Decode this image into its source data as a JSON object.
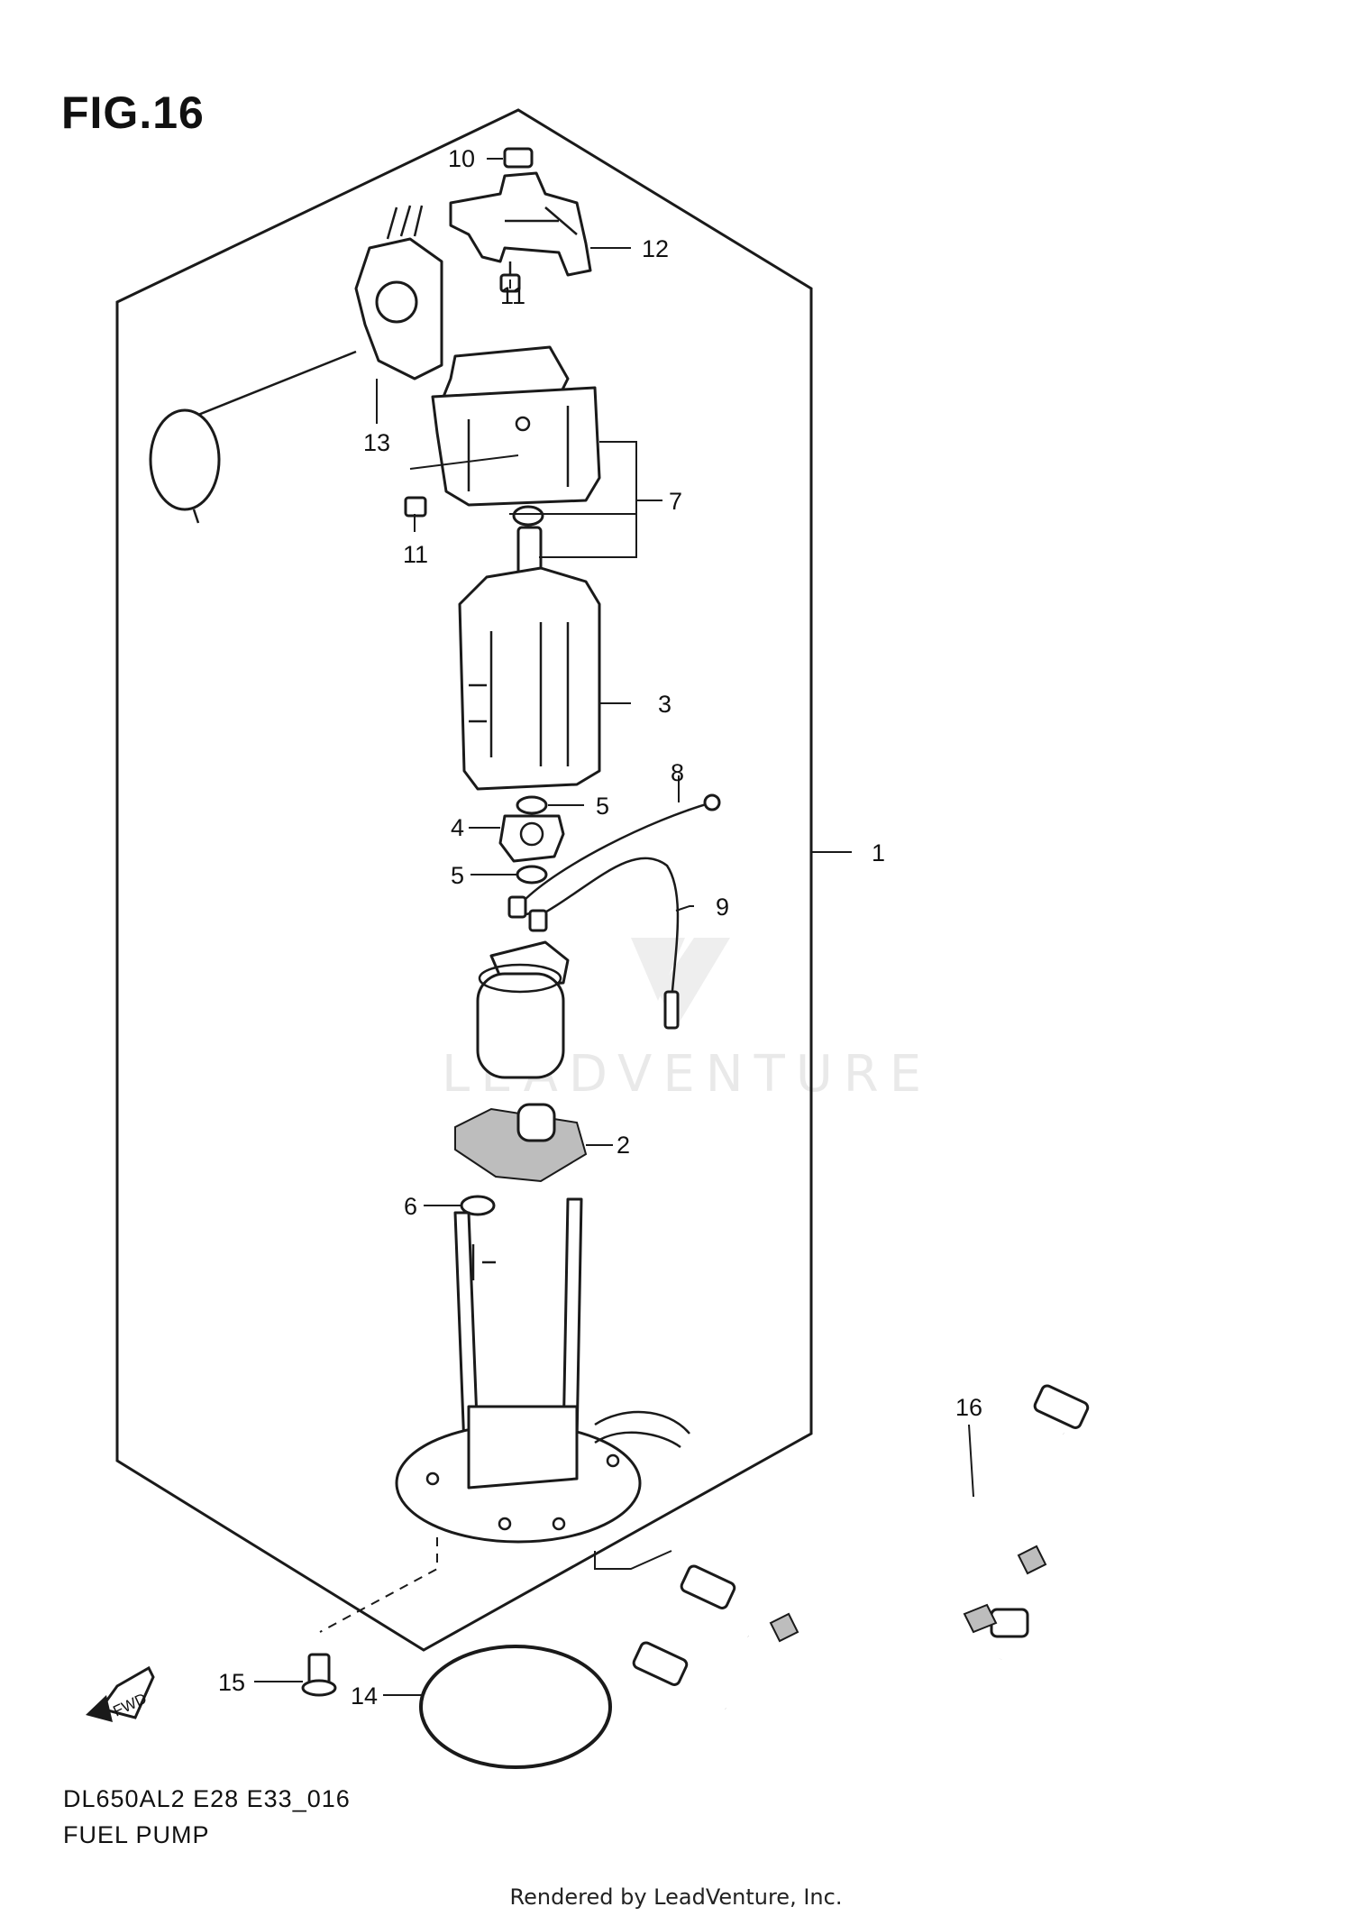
{
  "figure_title": "FIG.16",
  "model_code": "DL650AL2 E28 E33_016",
  "diagram_title": "FUEL PUMP",
  "footer": "Rendered by LeadVenture, Inc.",
  "watermark": "LEADVENTURE",
  "fwd_label": "FWD",
  "callouts": {
    "c1": "1",
    "c2": "2",
    "c3": "3",
    "c4": "4",
    "c5a": "5",
    "c5b": "5",
    "c6": "6",
    "c7": "7",
    "c8": "8",
    "c9": "9",
    "c10": "10",
    "c11a": "11",
    "c11b": "11",
    "c12": "12",
    "c13": "13",
    "c14": "14",
    "c15": "15",
    "c16": "16"
  }
}
